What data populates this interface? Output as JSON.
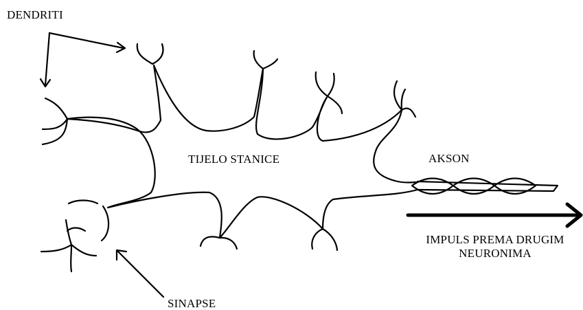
{
  "labels": {
    "dendrites": "DENDRITI",
    "cell_body": "TIJELO STANICE",
    "axon": "AKSON",
    "impulse_line1": "IMPULS PREMA DRUGIM",
    "impulse_line2": "NEURONIMA",
    "synapses": "SINAPSE"
  },
  "colors": {
    "ink": "#000000",
    "background": "#ffffff"
  }
}
